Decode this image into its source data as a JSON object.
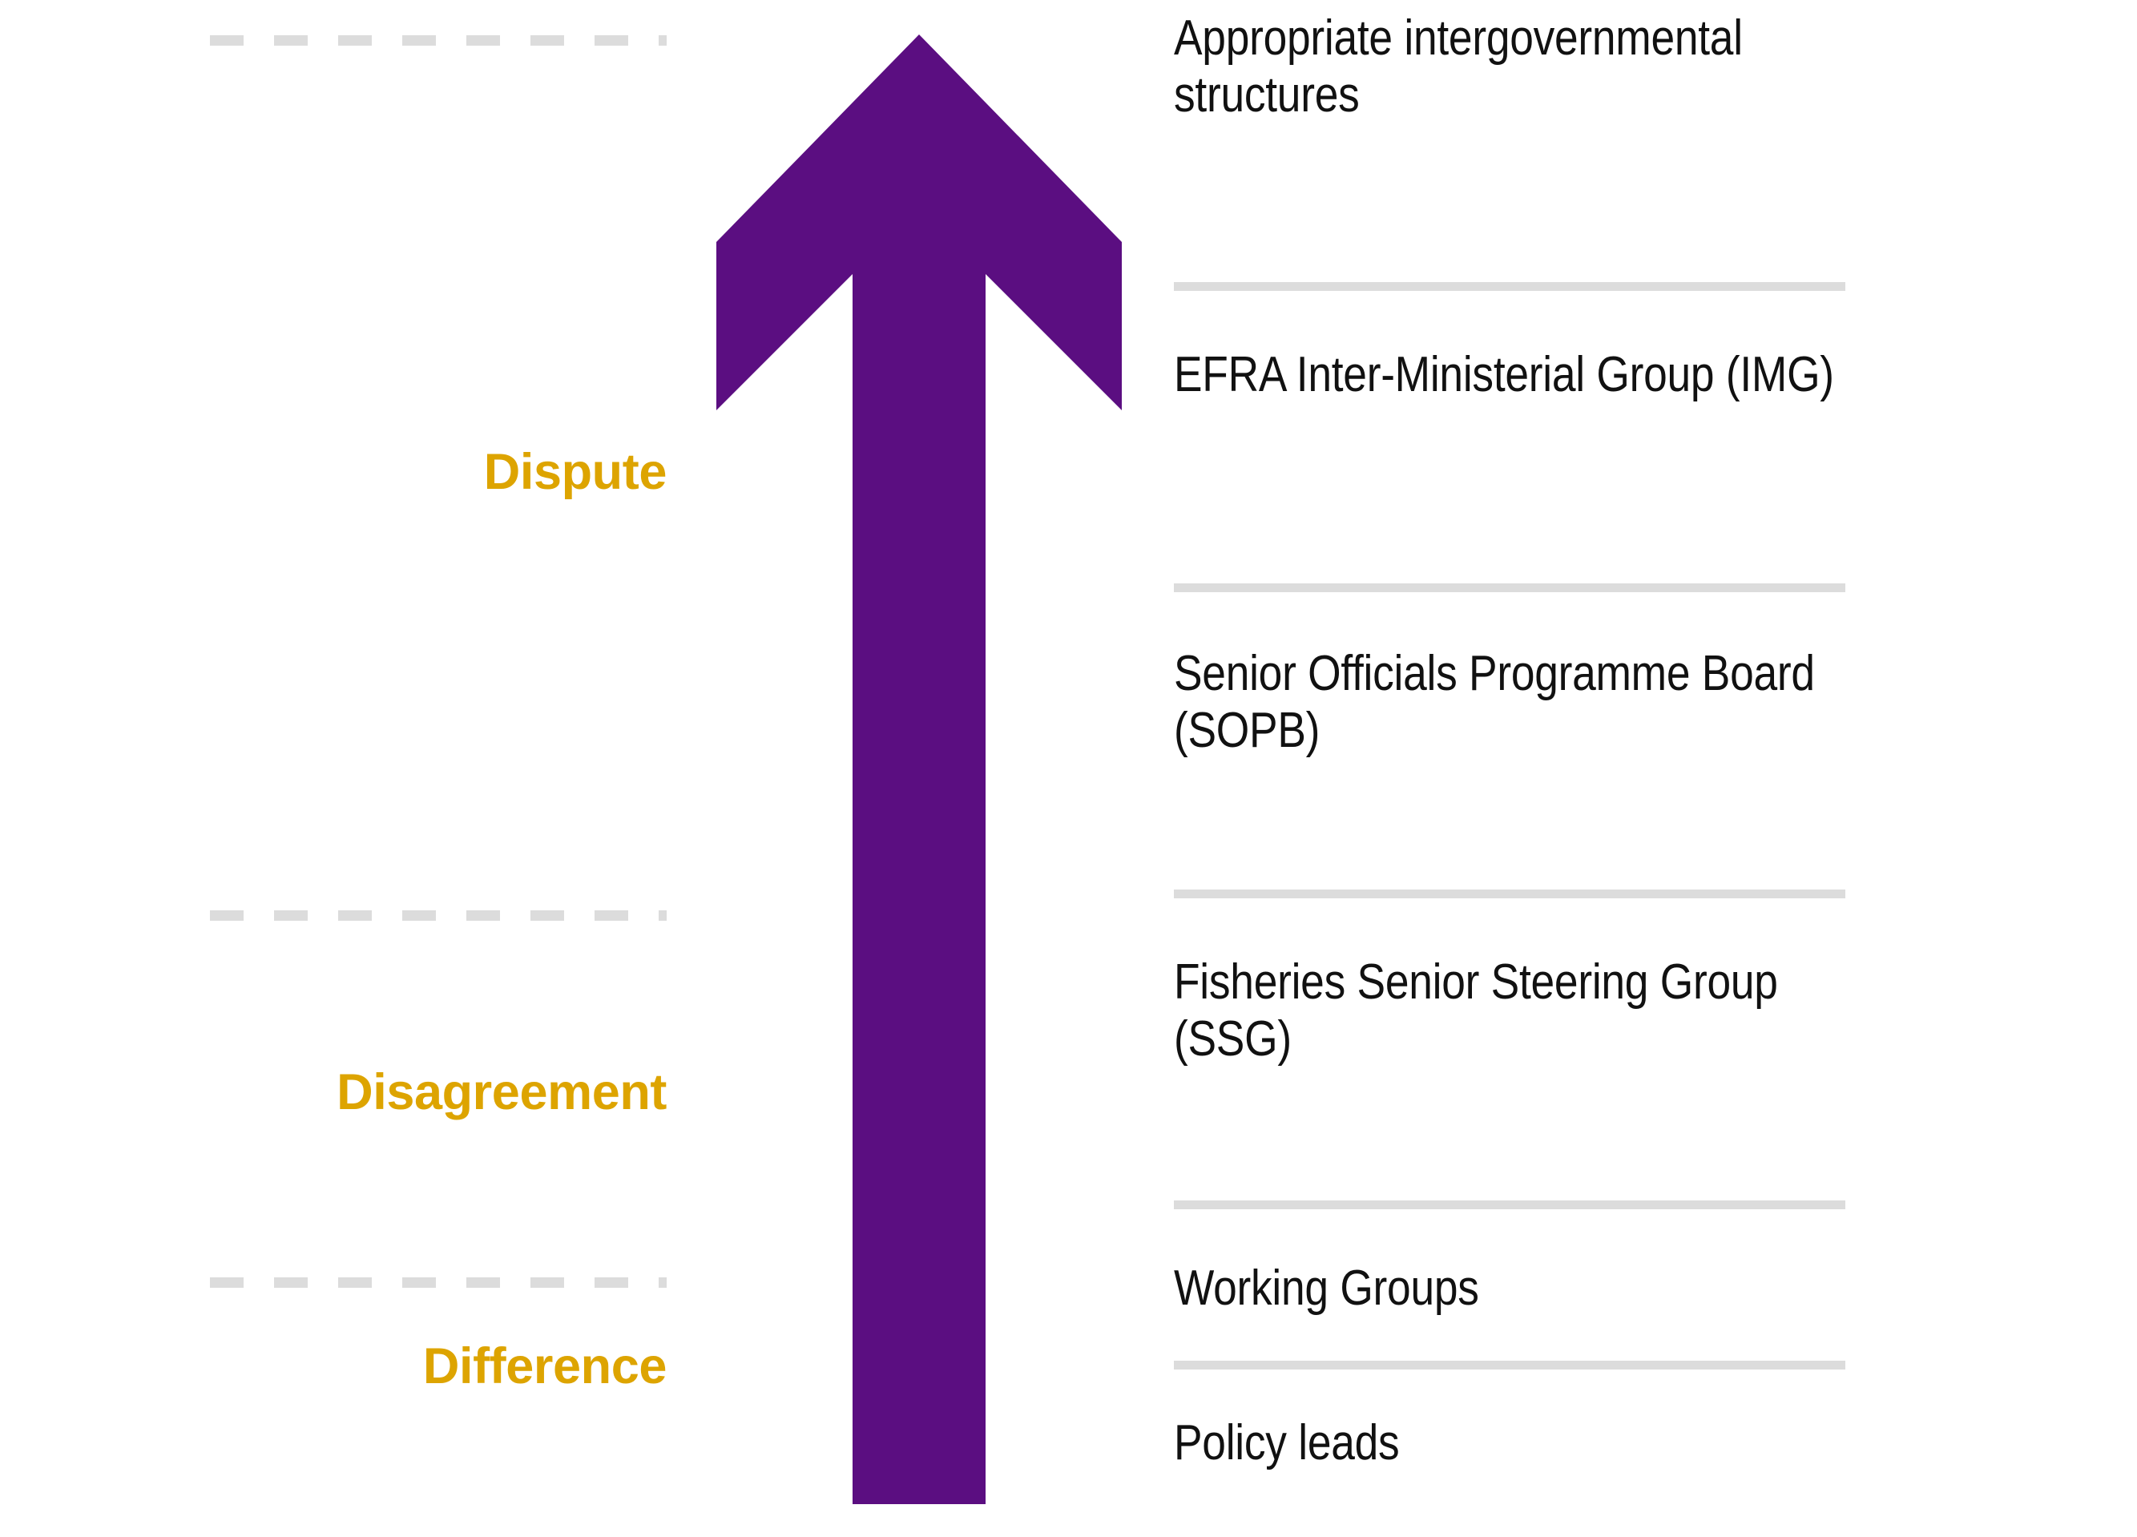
{
  "diagram": {
    "type": "escalation-ladder",
    "colors": {
      "arrow": "#5B0E81",
      "stage_label": "#DDA400",
      "rule": "#DCDCDC",
      "divider": "#DCDCDC",
      "text": "#111111",
      "background": "#FFFFFF"
    },
    "arrow": {
      "direction": "up",
      "semantic": "escalation-arrow"
    },
    "stages": [
      {
        "id": "dispute",
        "label": "Dispute"
      },
      {
        "id": "disagreement",
        "label": "Disagreement"
      },
      {
        "id": "difference",
        "label": "Difference"
      }
    ],
    "structures_heading": "Appropriate intergovernmental structures",
    "structures": [
      {
        "id": "structures",
        "label": "Appropriate intergovernmental structures"
      },
      {
        "id": "img",
        "label": "EFRA Inter-Ministerial Group (IMG)"
      },
      {
        "id": "sopb",
        "label": "Senior Officials Programme Board (SOPB)"
      },
      {
        "id": "ssg",
        "label": "Fisheries Senior Steering Group (SSG)"
      },
      {
        "id": "wg",
        "label": "Working Groups"
      },
      {
        "id": "policy",
        "label": "Policy leads"
      }
    ]
  }
}
